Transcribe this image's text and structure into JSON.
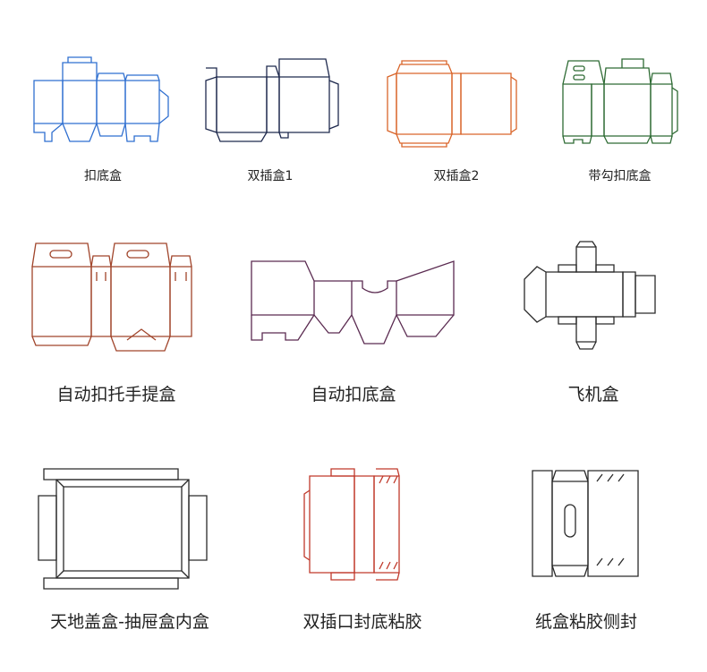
{
  "items": [
    {
      "label": "扣底盒",
      "color": "#2f6fd0"
    },
    {
      "label": "双插盒1",
      "color": "#1f2a4e"
    },
    {
      "label": "双插盒2",
      "color": "#d9652a"
    },
    {
      "label": "带勾扣底盒",
      "color": "#2e6b34"
    },
    {
      "label": "自动扣托手提盒",
      "color": "#a0442a"
    },
    {
      "label": "自动扣底盒",
      "color": "#5a2a50"
    },
    {
      "label": "飞机盒",
      "color": "#2a2a2a"
    },
    {
      "label": "天地盖盒-抽屉盒内盒",
      "color": "#2a2a2a"
    },
    {
      "label": "双插口封底粘胶",
      "color": "#c0392b"
    },
    {
      "label": "纸盒粘胶侧封",
      "color": "#2a2a2a"
    }
  ]
}
